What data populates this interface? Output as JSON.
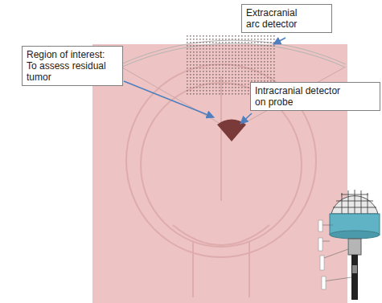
{
  "diagram": {
    "nodes": [
      {
        "text": [
          "Extracranial arc detector"
        ]
      },
      {
        "text": [
          "Region of interest: To assess residual tumor"
        ]
      },
      {
        "text": [
          "Intracranial detector on probe"
        ]
      }
    ]
  }
}
